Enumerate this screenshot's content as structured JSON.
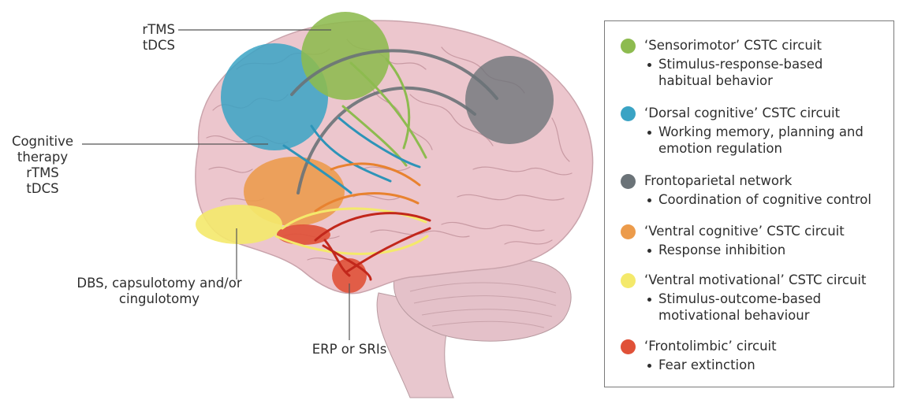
{
  "callouts": {
    "top": [
      "rTMS",
      "tDCS"
    ],
    "left": [
      "Cognitive",
      "therapy",
      "rTMS",
      "tDCS"
    ],
    "bottom_left": [
      "DBS, capsulotomy and/or",
      "cingulotomy"
    ],
    "bottom": [
      "ERP or SRIs"
    ]
  },
  "legend": {
    "items": [
      {
        "color": "#8dbb4f",
        "title": "‘Sensorimotor’ CSTC circuit",
        "desc": [
          "Stimulus-response-based",
          "habitual behavior"
        ]
      },
      {
        "color": "#3aa3c4",
        "title": "‘Dorsal cognitive’ CSTC circuit",
        "desc": [
          "Working memory, planning and",
          "emotion regulation"
        ]
      },
      {
        "color": "#6b7378",
        "title": "Frontoparietal network",
        "desc": [
          "Coordination of cognitive control"
        ]
      },
      {
        "color": "#ec9b4b",
        "title": "‘Ventral cognitive’ CSTC circuit",
        "desc": [
          "Response inhibition"
        ]
      },
      {
        "color": "#f4e96b",
        "title": "‘Ventral motivational’ CSTC circuit",
        "desc": [
          "Stimulus-outcome-based",
          "motivational behaviour"
        ]
      },
      {
        "color": "#e05138",
        "title": "‘Frontolimbic’ circuit",
        "desc": [
          "Fear extinction"
        ]
      }
    ]
  }
}
